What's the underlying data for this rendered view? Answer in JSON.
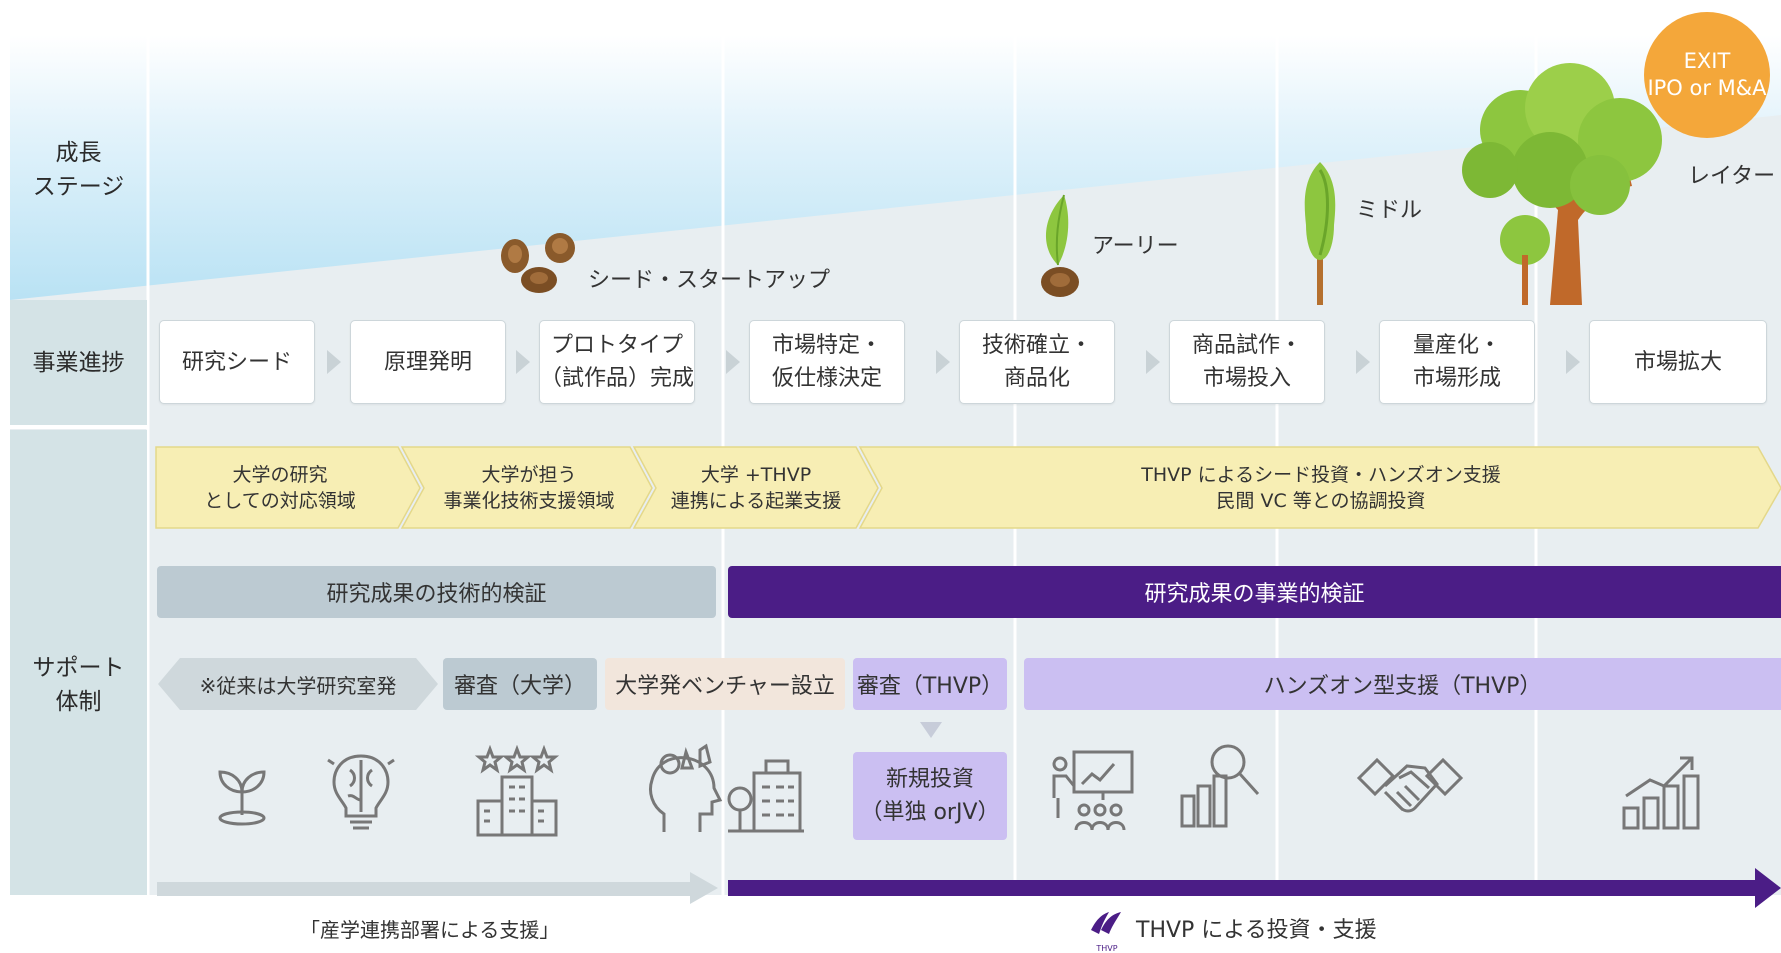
{
  "left_column": {
    "growth_stage": "成長\nステージ",
    "business_progress": "事業進捗",
    "support_system": "サポート\n体制"
  },
  "exit_badge": {
    "line1": "EXIT",
    "line2": "IPO or M&A"
  },
  "stages": {
    "seed": "シード・スタートアップ",
    "early": "アーリー",
    "middle": "ミドル",
    "later": "レイター"
  },
  "progress_steps": [
    "研究シード",
    "原理発明",
    "プロトタイプ\n（試作品）完成",
    "市場特定・\n仮仕様決定",
    "技術確立・\n商品化",
    "商品試作・\n市場投入",
    "量産化・\n市場形成",
    "市場拡大"
  ],
  "chevrons": [
    "大学の研究\nとしての対応領域",
    "大学が担う\n事業化技術支援領域",
    "大学 +THVP\n連携による起業支援",
    "THVP によるシード投資・ハンズオン支援\n民間 VC 等との協調投資"
  ],
  "verification": {
    "technical": "研究成果の技術的検証",
    "business": "研究成果の事業的検証"
  },
  "support_bars": {
    "conventional": "※従来は大学研究室発",
    "review_university": "審査（大学）",
    "venture_setup": "大学発ベンチャー設立",
    "review_thvp": "審査（THVP）",
    "handson": "ハンズオン型支援（THVP）"
  },
  "new_investment": "新規投資\n（単独 orJV）",
  "footer": {
    "left": "「産学連携部署による支援」",
    "right": "THVP による投資・支援",
    "logo_text": "THVP"
  },
  "icons": [
    "sprout-icon",
    "brain-lightbulb-icon",
    "rated-building-icon",
    "thinking-head-icon",
    "company-building-icon",
    "presentation-icon",
    "analytics-icon",
    "handshake-icon",
    "growth-chart-icon"
  ],
  "colors": {
    "sky": "#cdeaf7",
    "ground": "#e8eef1",
    "left_column": "#d4e3e6",
    "chevron": "#f7eeb4",
    "technical_bar": "#bccad2",
    "business_bar": "#4b1d86",
    "review_univ": "#bccad2",
    "venture": "#f2e6dc",
    "thvp_light": "#cbbff2",
    "exit": "#f4a73a"
  }
}
